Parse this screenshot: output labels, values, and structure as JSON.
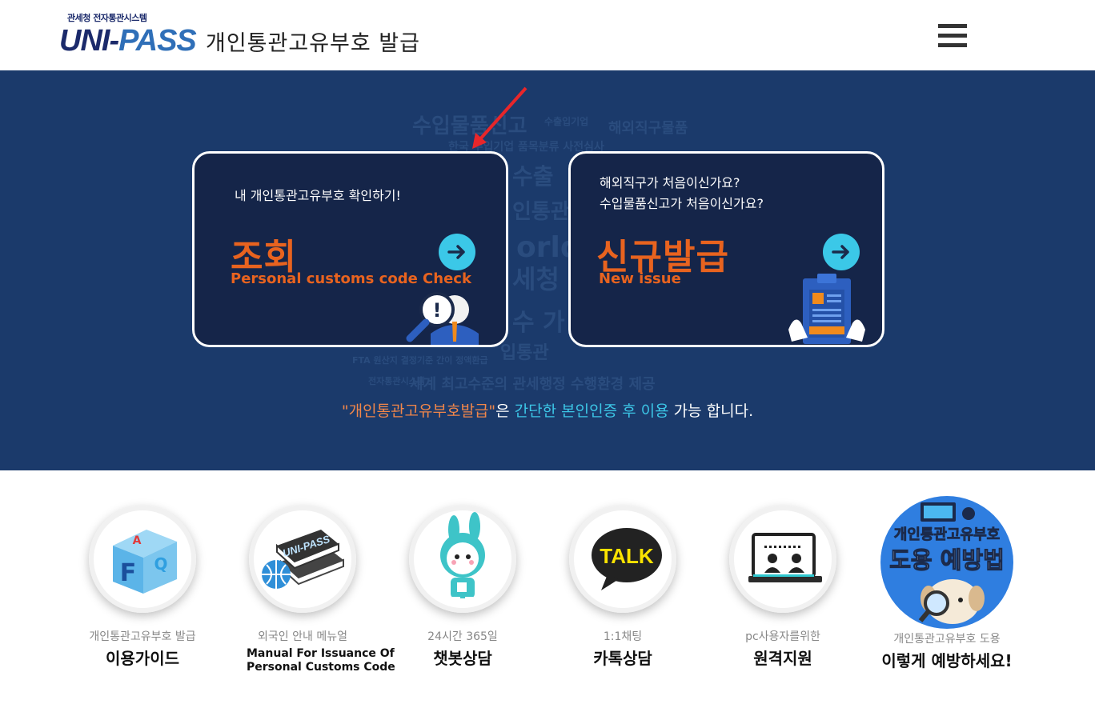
{
  "header": {
    "logo_sub": "관세청 전자통관시스템",
    "logo_main_a": "UNI-",
    "logo_main_b": "PASS",
    "title": "개인통관고유부호 발급",
    "menu_icon": "hamburger-menu-icon"
  },
  "cards": {
    "lookup": {
      "desc": "내 개인통관고유부호 확인하기!",
      "title": "조회",
      "subtitle": "Personal customs code Check",
      "icon": "arrow-right-icon"
    },
    "issue": {
      "desc_line1": "해외직구가 처음이신가요?",
      "desc_line2": "수입물품신고가 처음이신가요?",
      "title": "신규발급",
      "subtitle": "New issue",
      "icon": "arrow-right-icon"
    }
  },
  "notice": {
    "part1": "\"개인통관고유부호발급\"",
    "part2": "은 ",
    "part3": "간단한 본인인증 후 이용",
    "part4": " 가능 합니다."
  },
  "menu": [
    {
      "sub": "개인통관고유부호 발급",
      "main": "이용가이드",
      "icon": "faq-cube-icon"
    },
    {
      "sub": "외국인 안내 메뉴얼",
      "main_line1": "Manual For Issuance Of",
      "main_line2": "Personal Customs Code",
      "icon": "manual-books-icon",
      "icon_text": "UNI-PASS"
    },
    {
      "sub": "24시간 365일",
      "main": "챗봇상담",
      "icon": "chatbot-mascot-icon"
    },
    {
      "sub": "1:1채팅",
      "main": "카톡상담",
      "icon": "kakaotalk-icon",
      "icon_text": "TALK"
    },
    {
      "sub": "pc사용자를위한",
      "main": "원격지원",
      "icon": "remote-support-icon"
    },
    {
      "sub": "개인통관고유부호 도용",
      "main": "이렇게 예방하세요!",
      "icon": "theft-prevention-icon",
      "icon_line1": "개인통관고유부호",
      "icon_line2": "도용 예방법"
    }
  ],
  "colors": {
    "hero_bg": "#1b3a6b",
    "card_bg": "#152549",
    "accent_orange": "#e8631f",
    "accent_cyan": "#3bc8e8"
  }
}
